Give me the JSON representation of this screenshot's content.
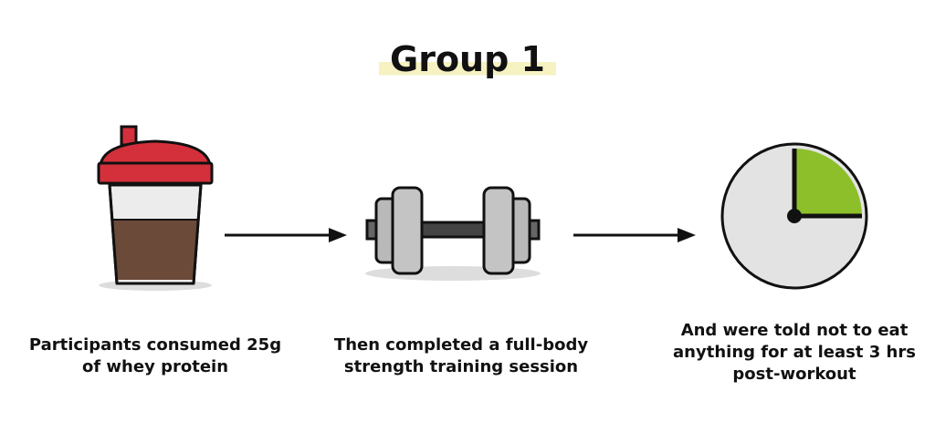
{
  "title": "Group 1",
  "steps": [
    {
      "icon": "protein-shaker-icon",
      "caption": "Participants consumed 25g\nof whey protein"
    },
    {
      "icon": "dumbbell-icon",
      "caption": "Then completed a full-body\nstrength training session"
    },
    {
      "icon": "clock-icon",
      "caption": "And were told not to eat\nanything for at least 3 hrs\npost-workout"
    }
  ],
  "colors": {
    "highlight": "#f6f2c2",
    "shaker_lid": "#d4303c",
    "shaker_liquid": "#6b4a3a",
    "shaker_cup": "#e9e9e9",
    "dumbbell_plate": "#b9b9b9",
    "clock_face": "#e3e3e3",
    "clock_wedge": "#8cbf2a",
    "shadow": "#dddddd"
  }
}
